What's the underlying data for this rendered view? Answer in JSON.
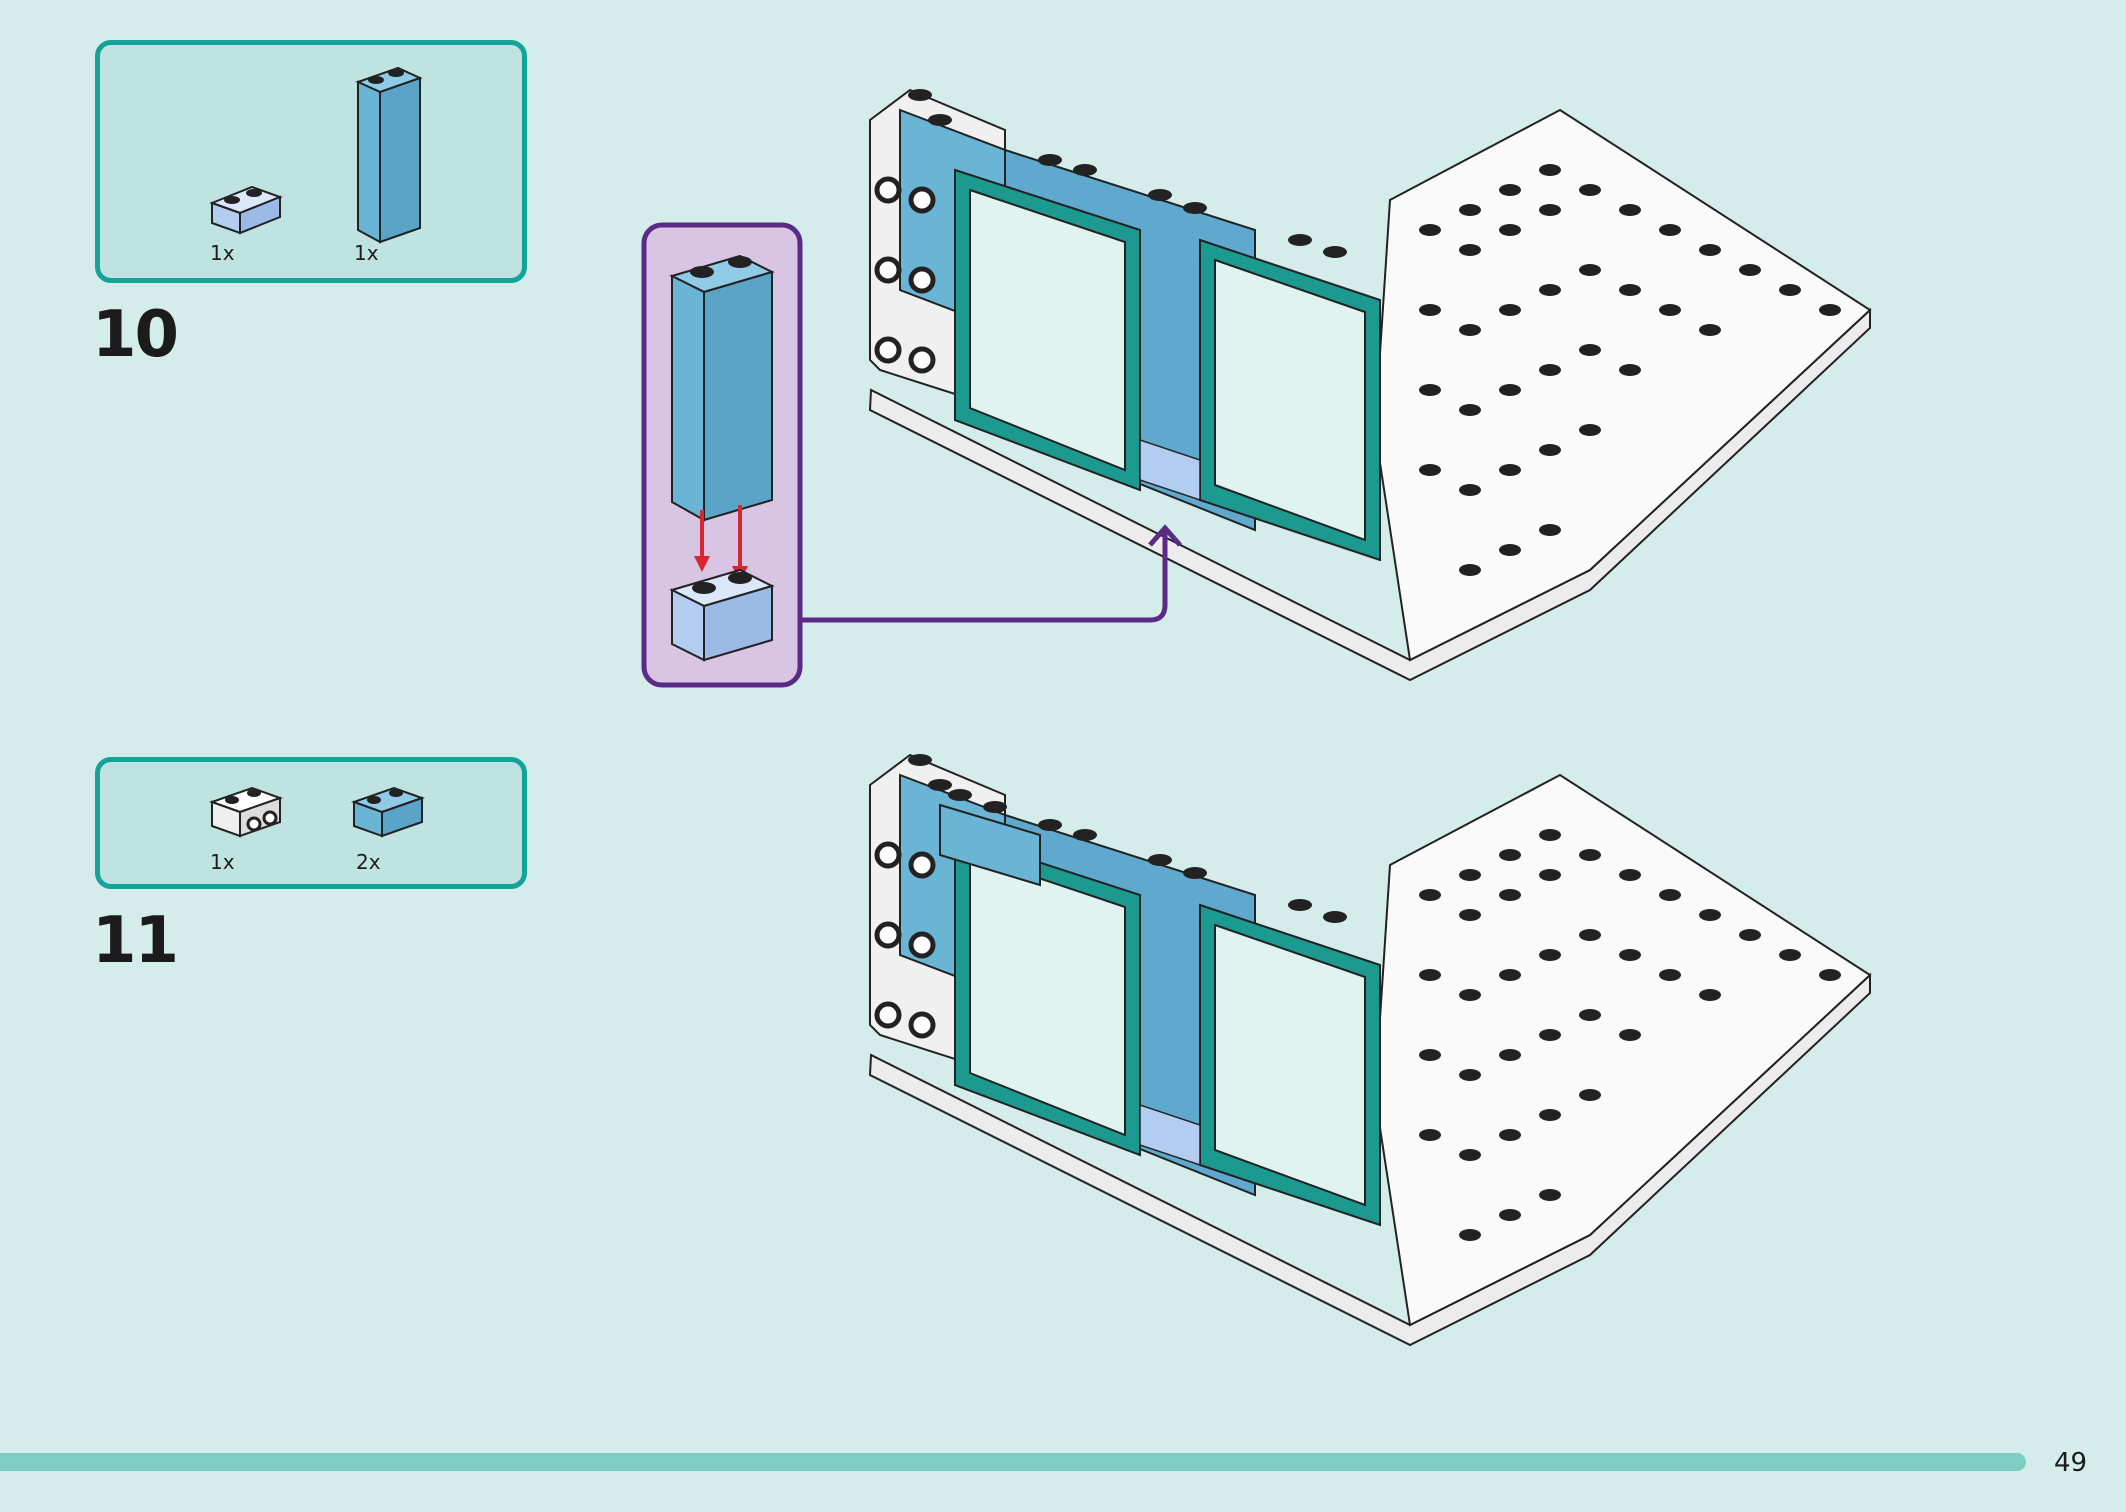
{
  "colors": {
    "background": "#d4ecea",
    "parts_box_border": "#14a39a",
    "parts_box_fill": "#bfe3e1",
    "callout_border": "#5b2a86",
    "callout_fill": "#d8c4e3",
    "arrow_red": "#d7262d",
    "brick_blue": "#6ab4d6",
    "brick_light_blue": "#b2cdf0",
    "window_teal": "#1c9a90",
    "footer_bar": "#7ccdc4"
  },
  "steps": [
    {
      "number": "10",
      "parts": [
        {
          "icon": "light-blue-1x2-brick-icon",
          "qty": "1x"
        },
        {
          "icon": "blue-1x2x5-brick-icon",
          "qty": "1x"
        }
      ]
    },
    {
      "number": "11",
      "parts": [
        {
          "icon": "white-1x2-side-stud-brick-icon",
          "qty": "1x"
        },
        {
          "icon": "blue-1x2-brick-icon",
          "qty": "2x"
        }
      ]
    }
  ],
  "page": {
    "number": "49"
  }
}
